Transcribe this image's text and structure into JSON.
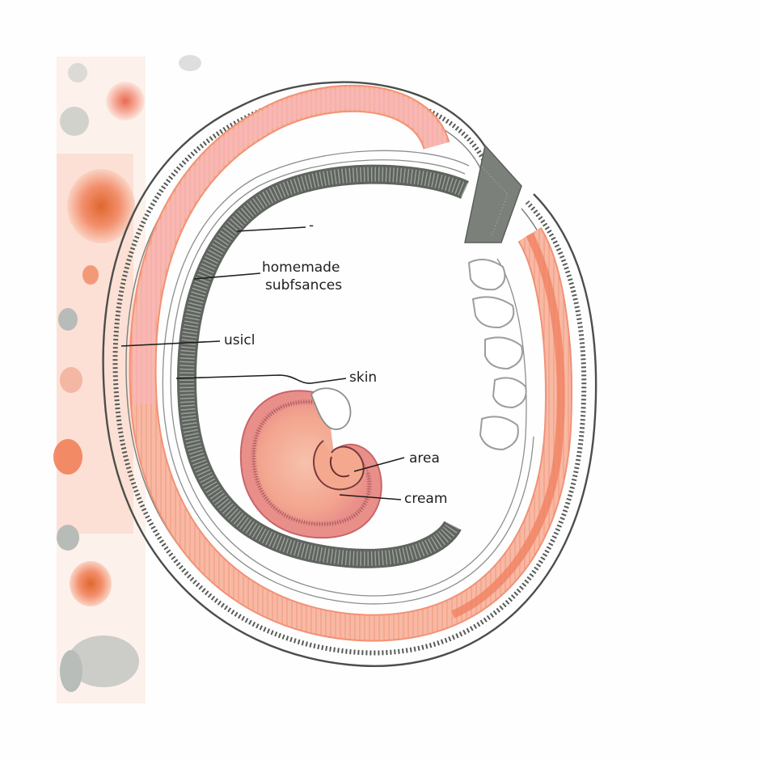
{
  "labels": {
    "top_blank": "-",
    "homemade_line1": "homemade",
    "homemade_line2": "subfsances",
    "usicl": "usicl",
    "skin": "skin",
    "area": "area",
    "cream": "cream"
  },
  "colors": {
    "paper": "#fefefe",
    "salmon_band": "#f6a48e",
    "salmon_band_light": "#fbc7b6",
    "pink_band": "#f7b3b8",
    "grey_band": "#8e938d",
    "grey_band_dark": "#5f645f",
    "ink": "#1e1e1e",
    "embryo_pink": "#e98f8a",
    "embryo_core": "#f4b4a0",
    "cell_orange": "#f07a52",
    "cell_grey": "#b8bcb8"
  }
}
